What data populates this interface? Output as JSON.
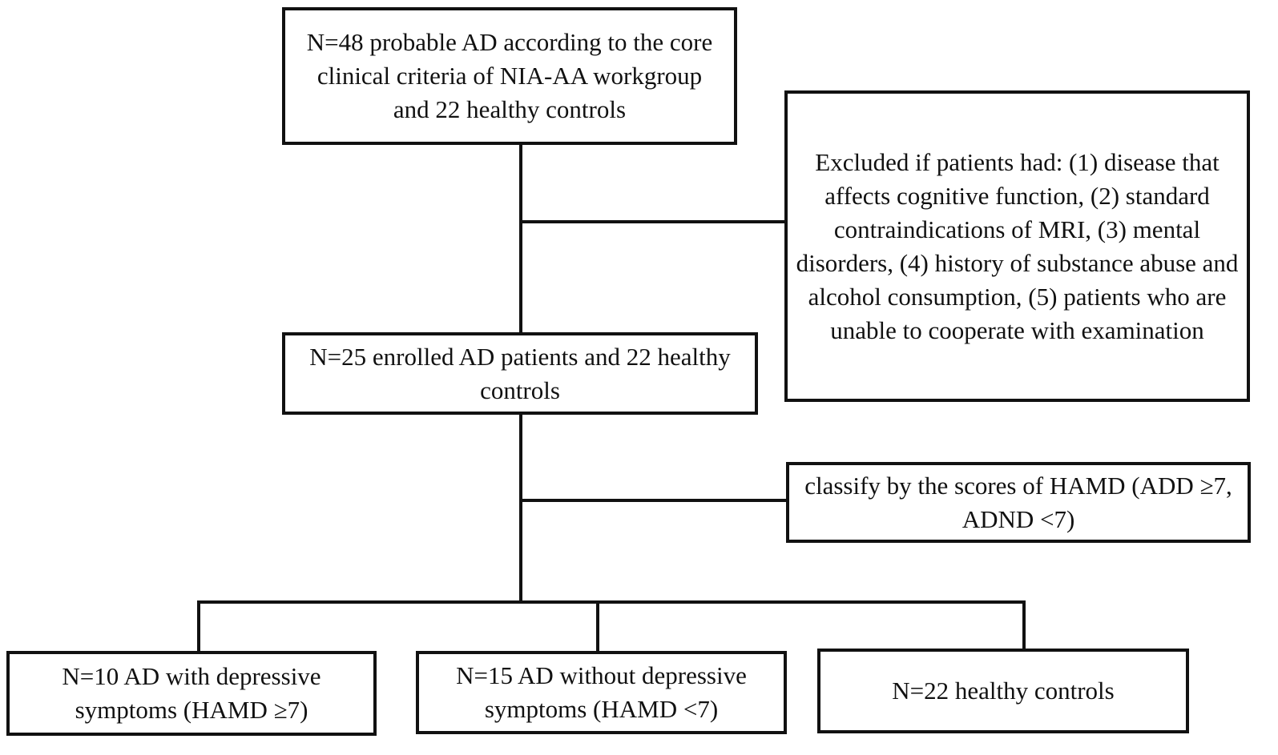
{
  "flowchart": {
    "screened": {
      "text": "N=48 probable AD  according to the core clinical criteria of NIA-AA workgroup and 22 healthy controls"
    },
    "exclusion": {
      "text": "Excluded if patients had: (1) disease that affects cognitive function, (2) standard contraindications of MRI, (3) mental disorders, (4) history of substance abuse and alcohol consumption, (5) patients who are unable to cooperate with examination"
    },
    "enrolled": {
      "text": "N=25 enrolled AD patients and 22 healthy controls"
    },
    "classify": {
      "text": "classify by the scores of HAMD (ADD ≥7, ADND <7)"
    },
    "groups": [
      {
        "text": "N=10 AD with depressive symptoms (HAMD ≥7)"
      },
      {
        "text": "N=15 AD without depressive symptoms (HAMD <7)"
      },
      {
        "text": "N=22 healthy controls"
      }
    ]
  },
  "colors": {
    "line": "#111111",
    "background": "#ffffff"
  }
}
